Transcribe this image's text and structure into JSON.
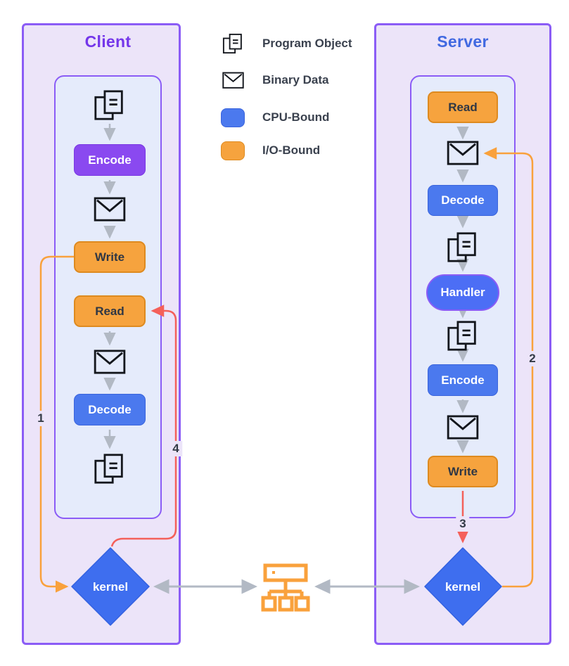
{
  "legend": {
    "items": [
      {
        "icon": "program-object-icon",
        "label": "Program Object"
      },
      {
        "icon": "binary-data-icon",
        "label": "Binary Data"
      },
      {
        "icon": "cpu-bound-swatch",
        "label": "CPU-Bound",
        "color": "#4b79ee"
      },
      {
        "icon": "io-bound-swatch",
        "label": "I/O-Bound",
        "color": "#f6a33e"
      }
    ]
  },
  "client": {
    "title": "Client",
    "encode": "Encode",
    "write": "Write",
    "read": "Read",
    "decode": "Decode",
    "kernel": "kernel"
  },
  "server": {
    "title": "Server",
    "read": "Read",
    "decode": "Decode",
    "handler": "Handler",
    "encode": "Encode",
    "write": "Write",
    "kernel": "kernel"
  },
  "step_labels": {
    "one": "1",
    "two": "2",
    "three": "3",
    "four": "4"
  },
  "colors": {
    "panel_border": "#8b5cf6",
    "panel_outer_fill": "#ece4f9",
    "panel_inner_fill": "#e5ebfb",
    "client_title": "#7436ea",
    "server_title": "#4169e1",
    "purple_node": "#8a49f0",
    "blue_node": "#4b79ee",
    "orange_node": "#f6a33e",
    "kernel_diamond": "#3e6eef",
    "gray_line": "#b2b9c4",
    "orange_line": "#f9a13c",
    "red_line": "#f4605a"
  }
}
